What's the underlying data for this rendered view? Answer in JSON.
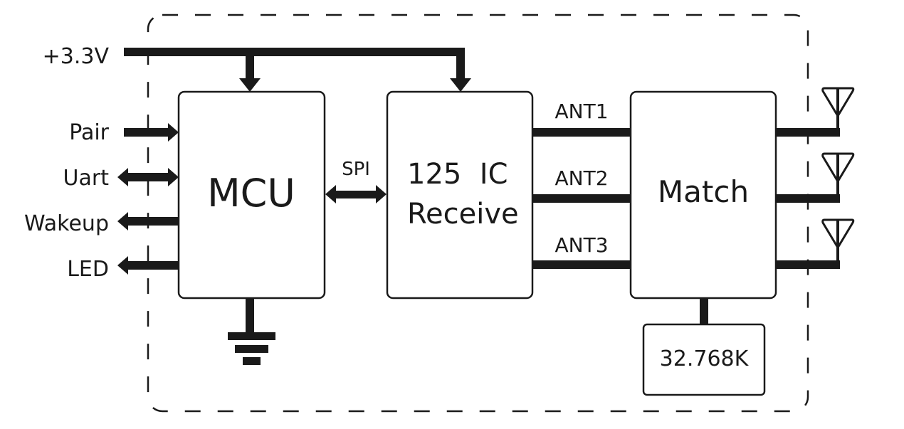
{
  "diagram": {
    "power_rail": {
      "label": "+3.3V"
    },
    "blocks": {
      "mcu": {
        "label": "MCU"
      },
      "receiver": {
        "line1": "125  IC",
        "line2": "Receive"
      },
      "match": {
        "label": "Match"
      },
      "crystal": {
        "label": "32.768K"
      }
    },
    "mcu_signals": [
      {
        "label": "Pair",
        "direction": "in"
      },
      {
        "label": "Uart",
        "direction": "bidirectional"
      },
      {
        "label": "Wakeup",
        "direction": "out"
      },
      {
        "label": "LED",
        "direction": "out"
      }
    ],
    "bus": {
      "label": "SPI",
      "direction": "bidirectional"
    },
    "antenna_lines": [
      {
        "label": "ANT1"
      },
      {
        "label": "ANT2"
      },
      {
        "label": "ANT3"
      }
    ],
    "icons": {
      "ground": "ground-icon",
      "antenna": "antenna-icon"
    }
  }
}
